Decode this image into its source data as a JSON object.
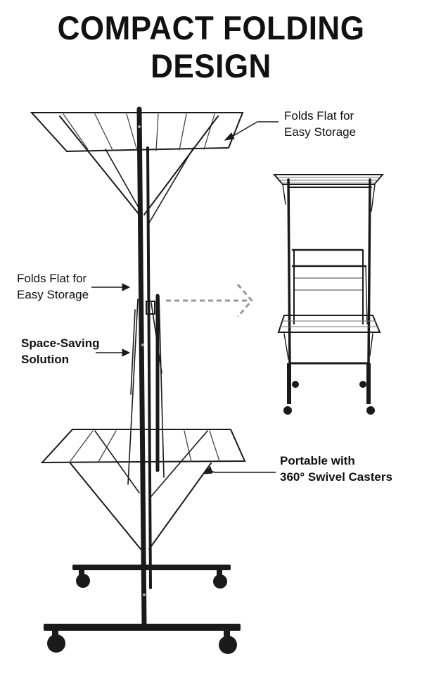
{
  "title": "COMPACT FOLDING DESIGN",
  "callouts": {
    "top_right": {
      "line1": "Folds Flat for",
      "line2": "Easy Storage"
    },
    "left_mid": {
      "line1": "Folds Flat for",
      "line2": "Easy Storage"
    },
    "left_low": {
      "line1": "Space-Saving",
      "line2": "Solution"
    },
    "bottom_right": {
      "line1": "Portable with",
      "line2": "360° Swivel Casters"
    }
  },
  "colors": {
    "frame": "#1a1a1a",
    "wire": "#555555",
    "arrow": "#9a9a9a",
    "background": "#ffffff"
  }
}
